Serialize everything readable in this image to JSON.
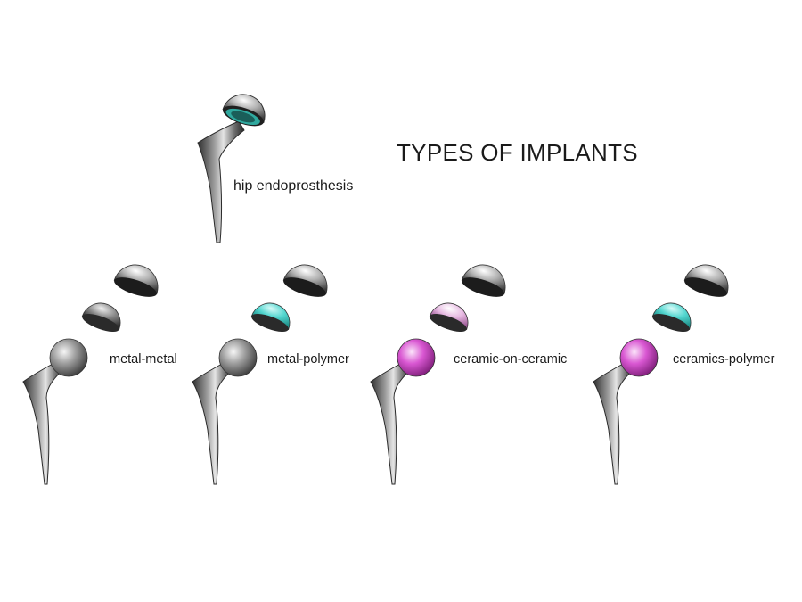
{
  "title": "TYPES OF IMPLANTS",
  "main_implant": {
    "label": "hip endoprosthesis",
    "liner_color": "#2fa89e"
  },
  "implant_types": [
    {
      "label": "metal-metal",
      "head_material": "metal",
      "liner_material": "metal"
    },
    {
      "label": "metal-polymer",
      "head_material": "metal",
      "liner_material": "polymer"
    },
    {
      "label": "ceramic-on-ceramic",
      "head_material": "ceramic",
      "liner_material": "ceramic"
    },
    {
      "label": "ceramics-polymer",
      "head_material": "ceramic",
      "liner_material": "polymer"
    }
  ],
  "material_colors": {
    "metal": "#8c8c8c",
    "polymer": "#52d6cf",
    "ceramic": "#d957d2",
    "ceramic_liner": "#e6b8e1",
    "metal_liner": "#7a7a7a",
    "cup_shell": "#a8a8a8"
  }
}
